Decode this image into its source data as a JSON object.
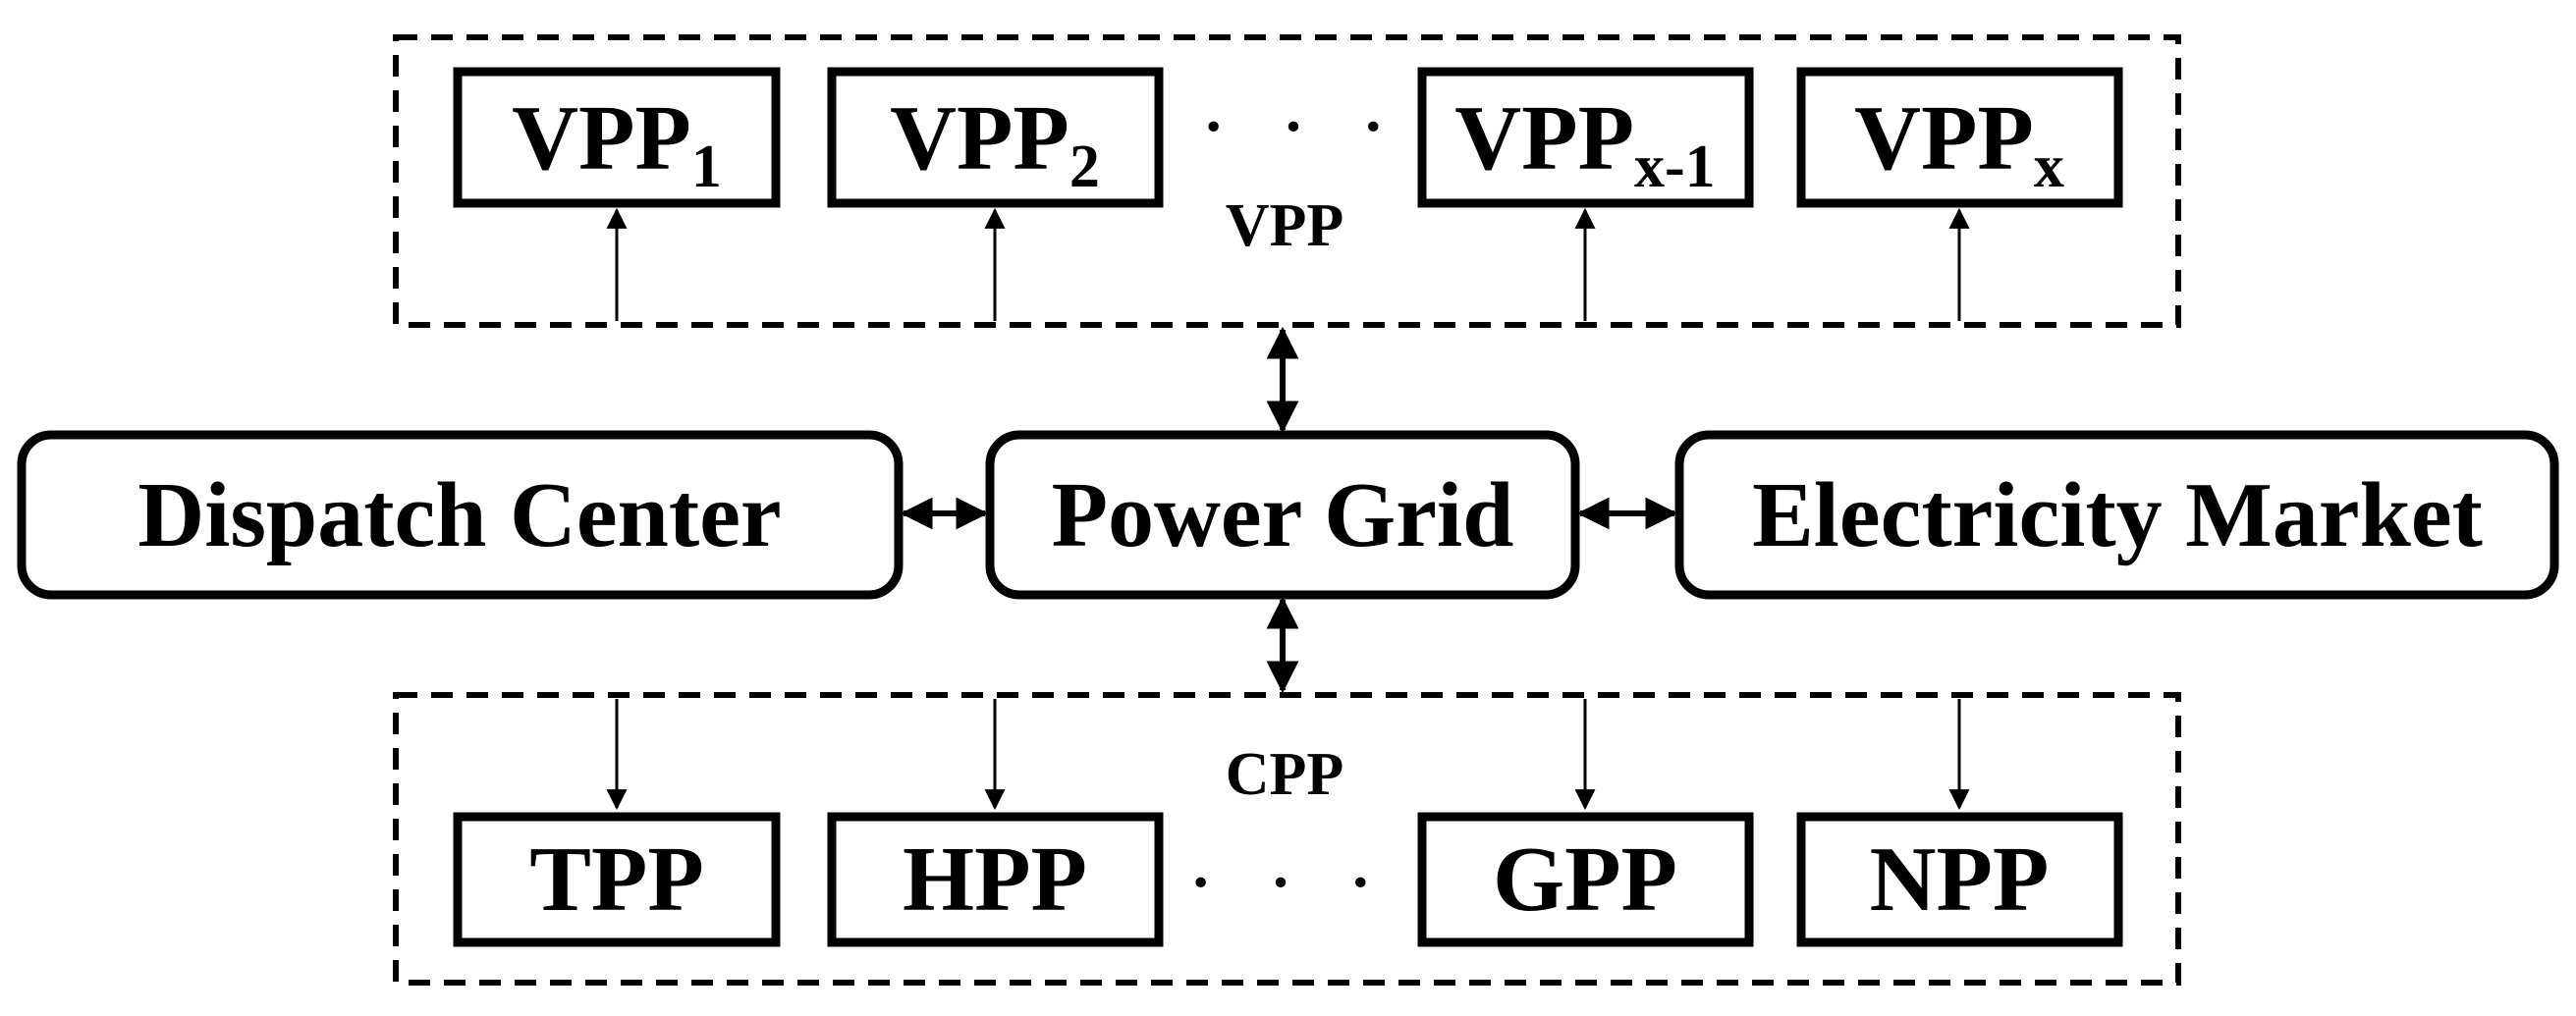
{
  "vpp_group": {
    "label": "VPP",
    "dots": "· · ·",
    "units": [
      {
        "base": "VPP",
        "sub": "1"
      },
      {
        "base": "VPP",
        "sub": "2"
      },
      {
        "base": "VPP",
        "sub": "x-1"
      },
      {
        "base": "VPP",
        "sub": "x"
      }
    ]
  },
  "center": {
    "dispatch": "Dispatch Center",
    "grid": "Power Grid",
    "market": "Electricity Market"
  },
  "cpp_group": {
    "label": "CPP",
    "dots": "· · ·",
    "units": [
      "TPP",
      "HPP",
      "GPP",
      "NPP"
    ]
  },
  "colors": {
    "stroke": "#000000",
    "background": "#ffffff"
  }
}
